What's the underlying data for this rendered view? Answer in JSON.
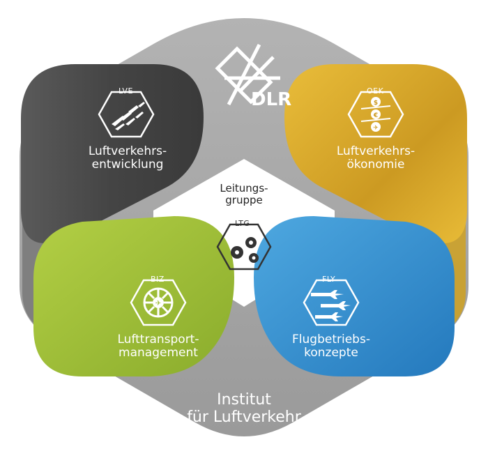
{
  "brand": {
    "logo_text": "DLR"
  },
  "center": {
    "line1": "Leitungs-",
    "line2": "gruppe",
    "code": "LTG"
  },
  "modules": [
    {
      "code": "LVE",
      "line1": "Luftverkehrs-",
      "line2": "entwicklung",
      "color": "#4d4d4d",
      "icon": "airplanes-swarm-icon"
    },
    {
      "code": "OEK",
      "line1": "Luftverkehrs-",
      "line2": "ökonomie",
      "color": "#d8a92a",
      "icon": "currency-coins-icon"
    },
    {
      "code": "BIZ",
      "line1": "Lufttransport-",
      "line2": "management",
      "color": "#9fbd36",
      "icon": "airport-wheel-icon"
    },
    {
      "code": "FLY",
      "line1": "Flugbetriebs-",
      "line2": "konzepte",
      "color": "#2e8ccd",
      "icon": "flight-formation-icon"
    }
  ],
  "institute": {
    "line1": "Institut",
    "line2": "für Luftverkehr"
  },
  "colors": {
    "frame": "#a6a6a6",
    "frame_dark": "#8a8a8a",
    "white": "#ffffff"
  }
}
